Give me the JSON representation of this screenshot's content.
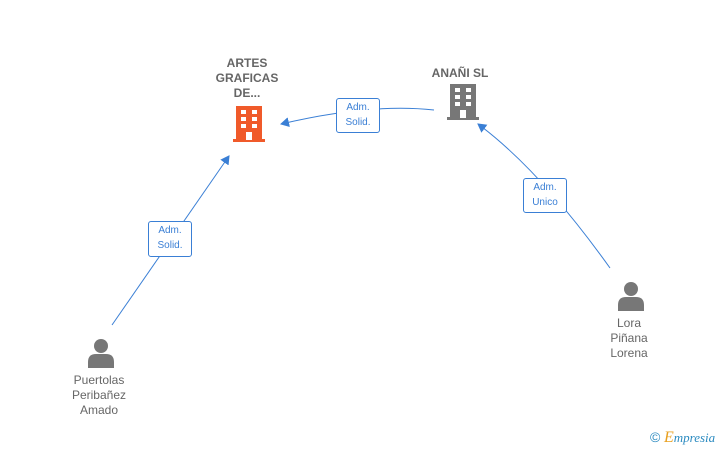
{
  "nodes": {
    "artes": {
      "label": "ARTES\nGRAFICAS\nDE...",
      "color": "#f05a2a",
      "type": "company"
    },
    "anani": {
      "label": "ANAÑI SL",
      "color": "#777777",
      "type": "company"
    },
    "puertolas": {
      "label": "Puertolas\nPeribañez\nAmado",
      "color": "#777777",
      "type": "person"
    },
    "lora": {
      "label": "Lora\nPiñana\nLorena",
      "color": "#777777",
      "type": "person"
    }
  },
  "edges": [
    {
      "from": "anani",
      "to": "artes",
      "label": "Adm.\nSolid."
    },
    {
      "from": "puertolas",
      "to": "artes",
      "label": "Adm.\nSolid."
    },
    {
      "from": "lora",
      "to": "anani",
      "label": "Adm.\nUnico"
    }
  ],
  "brand": {
    "copyright": "©",
    "e": "E",
    "rest": "mpresia"
  },
  "colors": {
    "edge": "#3a7fd5"
  }
}
